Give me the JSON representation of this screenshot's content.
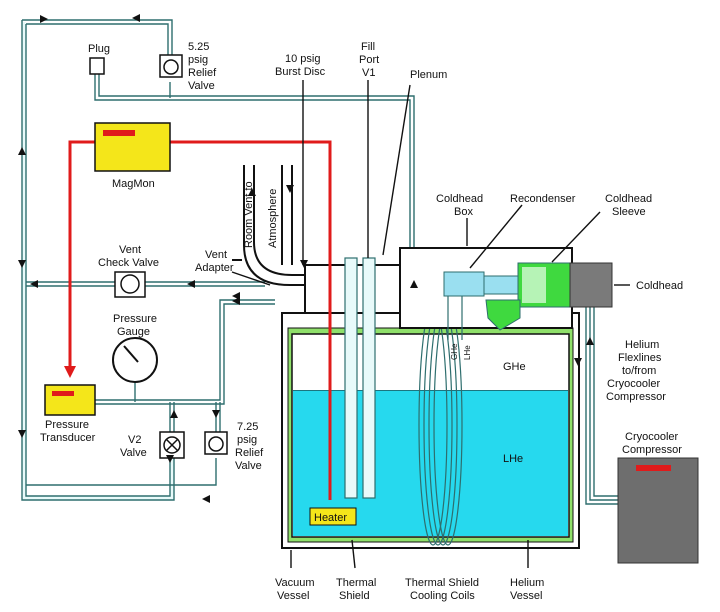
{
  "diagram": {
    "labels": {
      "plug": "Plug",
      "relief_525_line1": "5.25",
      "relief_525_line2": "psig",
      "relief_525_line3": "Relief",
      "relief_525_line4": "Valve",
      "burst_disc_line1": "10 psig",
      "burst_disc_line2": "Burst Disc",
      "fill_port_line1": "Fill",
      "fill_port_line2": "Port",
      "fill_port_line3": "V1",
      "plenum": "Plenum",
      "magmon": "MagMon",
      "room_vent_line1": "Room Vent to",
      "room_vent_line2": "Atmosphere",
      "coldhead_box_line1": "Coldhead",
      "coldhead_box_line2": "Box",
      "recondenser": "Recondenser",
      "coldhead_sleeve_line1": "Coldhead",
      "coldhead_sleeve_line2": "Sleeve",
      "coldhead": "Coldhead",
      "vent_check_line1": "Vent",
      "vent_check_line2": "Check Valve",
      "vent_adapter_line1": "Vent",
      "vent_adapter_line2": "Adapter",
      "pressure_gauge_line1": "Pressure",
      "pressure_gauge_line2": "Gauge",
      "helium_flex_line1": "Helium",
      "helium_flex_line2": "Flexlines",
      "helium_flex_line3": "to/from",
      "helium_flex_line4": "Cryocooler",
      "helium_flex_line5": "Compressor",
      "ghe": "GHe",
      "lhe": "LHe",
      "ghe_small": "GHe",
      "lhe_small": "LHe",
      "pressure_transducer_line1": "Pressure",
      "pressure_transducer_line2": "Transducer",
      "v2_line1": "V2",
      "v2_line2": "Valve",
      "relief_725_line1": "7.25",
      "relief_725_line2": "psig",
      "relief_725_line3": "Relief",
      "relief_725_line4": "Valve",
      "cryo_comp_line1": "Cryocooler",
      "cryo_comp_line2": "Compressor",
      "heater": "Heater",
      "vacuum_vessel_line1": "Vacuum",
      "vacuum_vessel_line2": "Vessel",
      "thermal_shield_line1": "Thermal",
      "thermal_shield_line2": "Shield",
      "ts_coils_line1": "Thermal Shield",
      "ts_coils_line2": "Cooling Coils",
      "helium_vessel_line1": "Helium",
      "helium_vessel_line2": "Vessel"
    },
    "colors": {
      "lhe": "#26d9ee",
      "ghe": "#ffffff",
      "thermal_shield": "#8fe06a",
      "magmon": "#f4e61a",
      "indicator": "#e01b1b",
      "compressor": "#6e6e6e",
      "pipe": "#2e6e6e"
    }
  }
}
